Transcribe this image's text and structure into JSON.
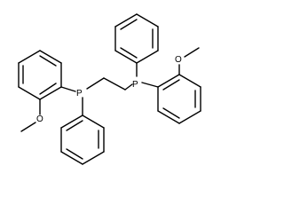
{
  "molecule": {
    "phosphorus_left": "P",
    "phosphorus_right": "P",
    "methoxy_left_oxygen": "O",
    "methoxy_right_oxygen": "O"
  },
  "colors": {
    "background": "#ffffff",
    "bond": "#000000",
    "text": "#000000"
  }
}
